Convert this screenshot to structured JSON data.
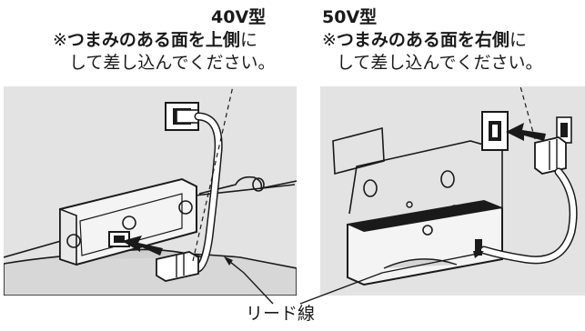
{
  "left_panel": {
    "model": "40V型",
    "line1_mark": "※",
    "line1_bold": "つまみのある面を上側",
    "line1_tail": "に",
    "line2": "して差し込んでください。"
  },
  "right_panel": {
    "model": "50V型",
    "line1_mark": "※",
    "line1_bold": "つまみのある面を右側",
    "line1_tail": "に",
    "line2": "して差し込んでください。"
  },
  "callout": {
    "label": "リード線"
  },
  "colors": {
    "backdrop": "#e3e3e3",
    "line": "#1a1a1a",
    "arrow": "#1a1a1a",
    "housing": "#f4f4f4"
  },
  "icons": [
    "arrow-icon",
    "connector-plug-icon",
    "socket-icon"
  ]
}
